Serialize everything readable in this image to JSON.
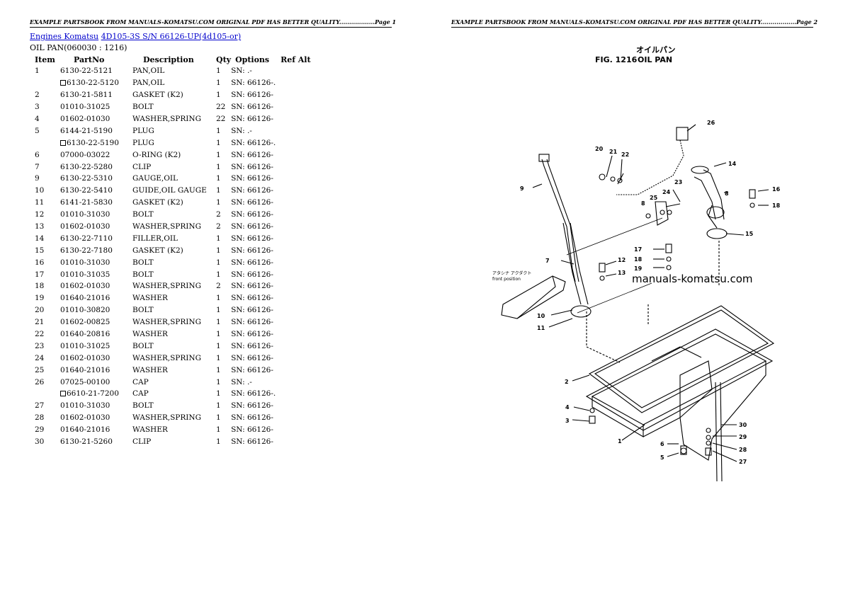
{
  "header": {
    "page1": "EXAMPLE PARTSBOOK FROM MANUALS-KOMATSU.COM ORIGINAL PDF HAS BETTER QUALITY..................Page 1",
    "page2": "EXAMPLE PARTSBOOK FROM MANUALS-KOMATSU.COM ORIGINAL PDF HAS BETTER QUALITY..................Page 2"
  },
  "breadcrumb": {
    "link1": "Engines Komatsu",
    "link2": "4D105-3S S/N 66126-UP(4d105-or)"
  },
  "subtitle": "OIL PAN(060030 : 1216)",
  "table": {
    "headers": [
      "Item",
      "PartNo",
      "Description",
      "Qty",
      "Options",
      "Ref Alt"
    ],
    "rows": [
      {
        "item": "1",
        "box": false,
        "part": "6130-22-5121",
        "desc": "PAN,OIL",
        "qty": "1",
        "opt": "SN: .-"
      },
      {
        "item": "",
        "box": true,
        "part": "6130-22-5120",
        "desc": "PAN,OIL",
        "qty": "1",
        "opt": "SN: 66126-."
      },
      {
        "item": "2",
        "box": false,
        "part": "6130-21-5811",
        "desc": "GASKET (K2)",
        "qty": "1",
        "opt": "SN: 66126-"
      },
      {
        "item": "3",
        "box": false,
        "part": "01010-31025",
        "desc": "BOLT",
        "qty": "22",
        "opt": "SN: 66126-"
      },
      {
        "item": "4",
        "box": false,
        "part": "01602-01030",
        "desc": "WASHER,SPRING",
        "qty": "22",
        "opt": "SN: 66126-"
      },
      {
        "item": "5",
        "box": false,
        "part": "6144-21-5190",
        "desc": "PLUG",
        "qty": "1",
        "opt": "SN: .-"
      },
      {
        "item": "",
        "box": true,
        "part": "6130-22-5190",
        "desc": "PLUG",
        "qty": "1",
        "opt": "SN: 66126-."
      },
      {
        "item": "6",
        "box": false,
        "part": "07000-03022",
        "desc": "O-RING (K2)",
        "qty": "1",
        "opt": "SN: 66126-"
      },
      {
        "item": "7",
        "box": false,
        "part": "6130-22-5280",
        "desc": "CLIP",
        "qty": "1",
        "opt": "SN: 66126-"
      },
      {
        "item": "9",
        "box": false,
        "part": "6130-22-5310",
        "desc": "GAUGE,OIL",
        "qty": "1",
        "opt": "SN: 66126-"
      },
      {
        "item": "10",
        "box": false,
        "part": "6130-22-5410",
        "desc": "GUIDE,OIL GAUGE",
        "qty": "1",
        "opt": "SN: 66126-"
      },
      {
        "item": "11",
        "box": false,
        "part": "6141-21-5830",
        "desc": "GASKET (K2)",
        "qty": "1",
        "opt": "SN: 66126-"
      },
      {
        "item": "12",
        "box": false,
        "part": "01010-31030",
        "desc": "BOLT",
        "qty": "2",
        "opt": "SN: 66126-"
      },
      {
        "item": "13",
        "box": false,
        "part": "01602-01030",
        "desc": "WASHER,SPRING",
        "qty": "2",
        "opt": "SN: 66126-"
      },
      {
        "item": "14",
        "box": false,
        "part": "6130-22-7110",
        "desc": "FILLER,OIL",
        "qty": "1",
        "opt": "SN: 66126-"
      },
      {
        "item": "15",
        "box": false,
        "part": "6130-22-7180",
        "desc": "GASKET (K2)",
        "qty": "1",
        "opt": "SN: 66126-"
      },
      {
        "item": "16",
        "box": false,
        "part": "01010-31030",
        "desc": "BOLT",
        "qty": "1",
        "opt": "SN: 66126-"
      },
      {
        "item": "17",
        "box": false,
        "part": "01010-31035",
        "desc": "BOLT",
        "qty": "1",
        "opt": "SN: 66126-"
      },
      {
        "item": "18",
        "box": false,
        "part": "01602-01030",
        "desc": "WASHER,SPRING",
        "qty": "2",
        "opt": "SN: 66126-"
      },
      {
        "item": "19",
        "box": false,
        "part": "01640-21016",
        "desc": "WASHER",
        "qty": "1",
        "opt": "SN: 66126-"
      },
      {
        "item": "20",
        "box": false,
        "part": "01010-30820",
        "desc": "BOLT",
        "qty": "1",
        "opt": "SN: 66126-"
      },
      {
        "item": "21",
        "box": false,
        "part": "01602-00825",
        "desc": "WASHER,SPRING",
        "qty": "1",
        "opt": "SN: 66126-"
      },
      {
        "item": "22",
        "box": false,
        "part": "01640-20816",
        "desc": "WASHER",
        "qty": "1",
        "opt": "SN: 66126-"
      },
      {
        "item": "23",
        "box": false,
        "part": "01010-31025",
        "desc": "BOLT",
        "qty": "1",
        "opt": "SN: 66126-"
      },
      {
        "item": "24",
        "box": false,
        "part": "01602-01030",
        "desc": "WASHER,SPRING",
        "qty": "1",
        "opt": "SN: 66126-"
      },
      {
        "item": "25",
        "box": false,
        "part": "01640-21016",
        "desc": "WASHER",
        "qty": "1",
        "opt": "SN: 66126-"
      },
      {
        "item": "26",
        "box": false,
        "part": "07025-00100",
        "desc": "CAP",
        "qty": "1",
        "opt": "SN: .-"
      },
      {
        "item": "",
        "box": true,
        "part": "6610-21-7200",
        "desc": "CAP",
        "qty": "1",
        "opt": "SN: 66126-."
      },
      {
        "item": "27",
        "box": false,
        "part": "01010-31030",
        "desc": "BOLT",
        "qty": "1",
        "opt": "SN: 66126-"
      },
      {
        "item": "28",
        "box": false,
        "part": "01602-01030",
        "desc": "WASHER,SPRING",
        "qty": "1",
        "opt": "SN: 66126-"
      },
      {
        "item": "29",
        "box": false,
        "part": "01640-21016",
        "desc": "WASHER",
        "qty": "1",
        "opt": "SN: 66126-"
      },
      {
        "item": "30",
        "box": false,
        "part": "6130-21-5260",
        "desc": "CLIP",
        "qty": "1",
        "opt": "SN: 66126-"
      }
    ]
  },
  "diagram": {
    "jp_title": "オイルパン",
    "fig_label": "FIG. 1216",
    "fig_name": "OIL PAN",
    "watermark": "manuals-komatsu.com",
    "note_jp": "アタシナ アクダクト",
    "note_en": "front position",
    "callouts": {
      "c26": "26",
      "c20": "20",
      "c21": "21",
      "c22": "22",
      "c14": "14",
      "c9": "9",
      "c23": "23",
      "c24": "24",
      "c25": "25",
      "c8a": "8",
      "c8b": "8",
      "c16": "16",
      "c18a": "18",
      "c15": "15",
      "c17": "17",
      "c18b": "18",
      "c19": "19",
      "c7": "7",
      "c12": "12",
      "c13": "13",
      "c10": "10",
      "c11": "11",
      "c2": "2",
      "c4": "4",
      "c3": "3",
      "c1": "1",
      "c30": "30",
      "c29": "29",
      "c28": "28",
      "c27": "27",
      "c6": "6",
      "c5": "5"
    }
  }
}
